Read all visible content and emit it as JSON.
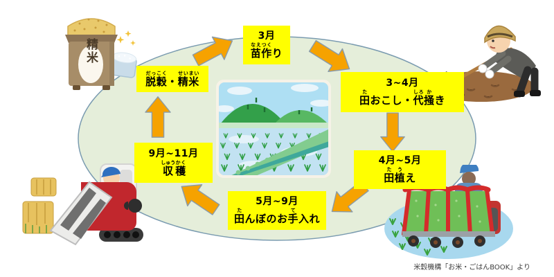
{
  "page": {
    "credit": "米穀機構「お米・ごはんBOOK」より"
  },
  "cycle": {
    "ellipse_fill": "#e5eeda",
    "ellipse_stroke": "#7a9bb0",
    "box_bg": "#ffff00",
    "arrow_fill": "#f6a200",
    "arrow_stroke": "#8a9ba8"
  },
  "stages": [
    {
      "id": "seedling-making",
      "month": "3月",
      "title": [
        {
          "t": "苗",
          "r": "なえ"
        },
        {
          "t": "作",
          "r": "つく"
        },
        {
          "t": "り"
        }
      ]
    },
    {
      "id": "plowing-puddling",
      "month": "3~4月",
      "title": [
        {
          "t": "田",
          "r": "た"
        },
        {
          "t": "おこし・"
        },
        {
          "t": "代",
          "r": "しろ"
        },
        {
          "t": "掻",
          "r": "か"
        },
        {
          "t": "き"
        }
      ]
    },
    {
      "id": "rice-planting",
      "month": "4月~5月",
      "title": [
        {
          "t": "田",
          "r": "た"
        },
        {
          "t": "植",
          "r": "う"
        },
        {
          "t": "え"
        }
      ]
    },
    {
      "id": "paddy-care",
      "month": "5月~9月",
      "title": [
        {
          "t": "田",
          "r": "た"
        },
        {
          "t": "んぼのお"
        },
        {
          "t": "手",
          "r": "て"
        },
        {
          "t": "入れ"
        }
      ]
    },
    {
      "id": "harvest",
      "month": "9月~11月",
      "title": [
        {
          "t": "収",
          "r": "しゅう"
        },
        {
          "t": "穫",
          "r": "かく"
        }
      ]
    },
    {
      "id": "threshing-milling",
      "month": null,
      "title": [
        {
          "t": "脱",
          "r": "だっ"
        },
        {
          "t": "穀",
          "r": "こく"
        },
        {
          "t": "・"
        },
        {
          "t": "精",
          "r": "せい"
        },
        {
          "t": "米",
          "r": "まい"
        }
      ]
    }
  ],
  "illustrations": {
    "rice_bag_label": "精米",
    "center_scene": "rice paddy with mountains",
    "top_right": "farmer tilling soil with hoe",
    "bottom_right": "rice transplanter machine in paddy",
    "bottom_left": "combine harvester cutting rice",
    "top_left": "bag of polished rice"
  }
}
